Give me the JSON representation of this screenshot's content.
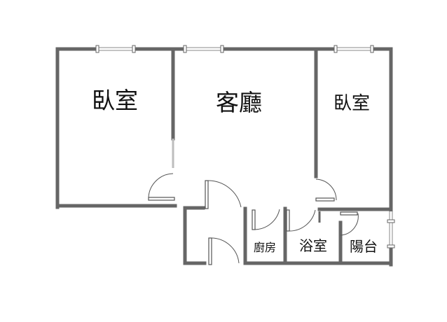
{
  "rooms": {
    "bedroom_left": "臥室",
    "living_room": "客廳",
    "bedroom_right": "臥室",
    "kitchen": "廚房",
    "bathroom": "浴室",
    "balcony": "陽台"
  }
}
